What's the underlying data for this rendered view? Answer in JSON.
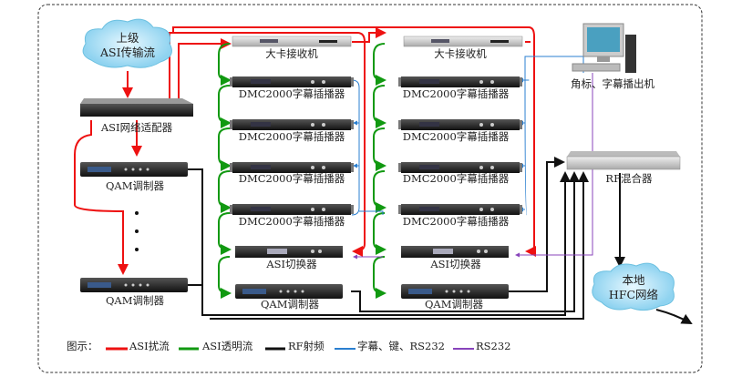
{
  "title": "ASI传输流 字幕插播系统",
  "nodes": {
    "upstream_cloud": [
      "上级",
      "ASI传输流"
    ],
    "asi_adapter": "ASI网络适配器",
    "qam_left_1": "QAM调制器",
    "qam_left_2": "QAM调制器",
    "receiver_1": "大卡接收机",
    "receiver_2": "大卡接收机",
    "dmc": "DMC2000字幕插播器",
    "asi_switch": "ASI切换器",
    "qam_col": "QAM调制器",
    "computer": "角标、字幕播出机",
    "rf_mixer": "RF混合器",
    "hfc_cloud": [
      "本地",
      "HFC网络"
    ]
  },
  "legend": {
    "title": "图示：",
    "items": [
      {
        "label": "ASI扰流",
        "color": "#ee1111"
      },
      {
        "label": "ASI透明流",
        "color": "#119911"
      },
      {
        "label": "RF射频",
        "color": "#111111"
      },
      {
        "label": "字幕、键、RS232",
        "color": "#2a7fd0"
      },
      {
        "label": "RS232",
        "color": "#8844bb"
      }
    ]
  }
}
